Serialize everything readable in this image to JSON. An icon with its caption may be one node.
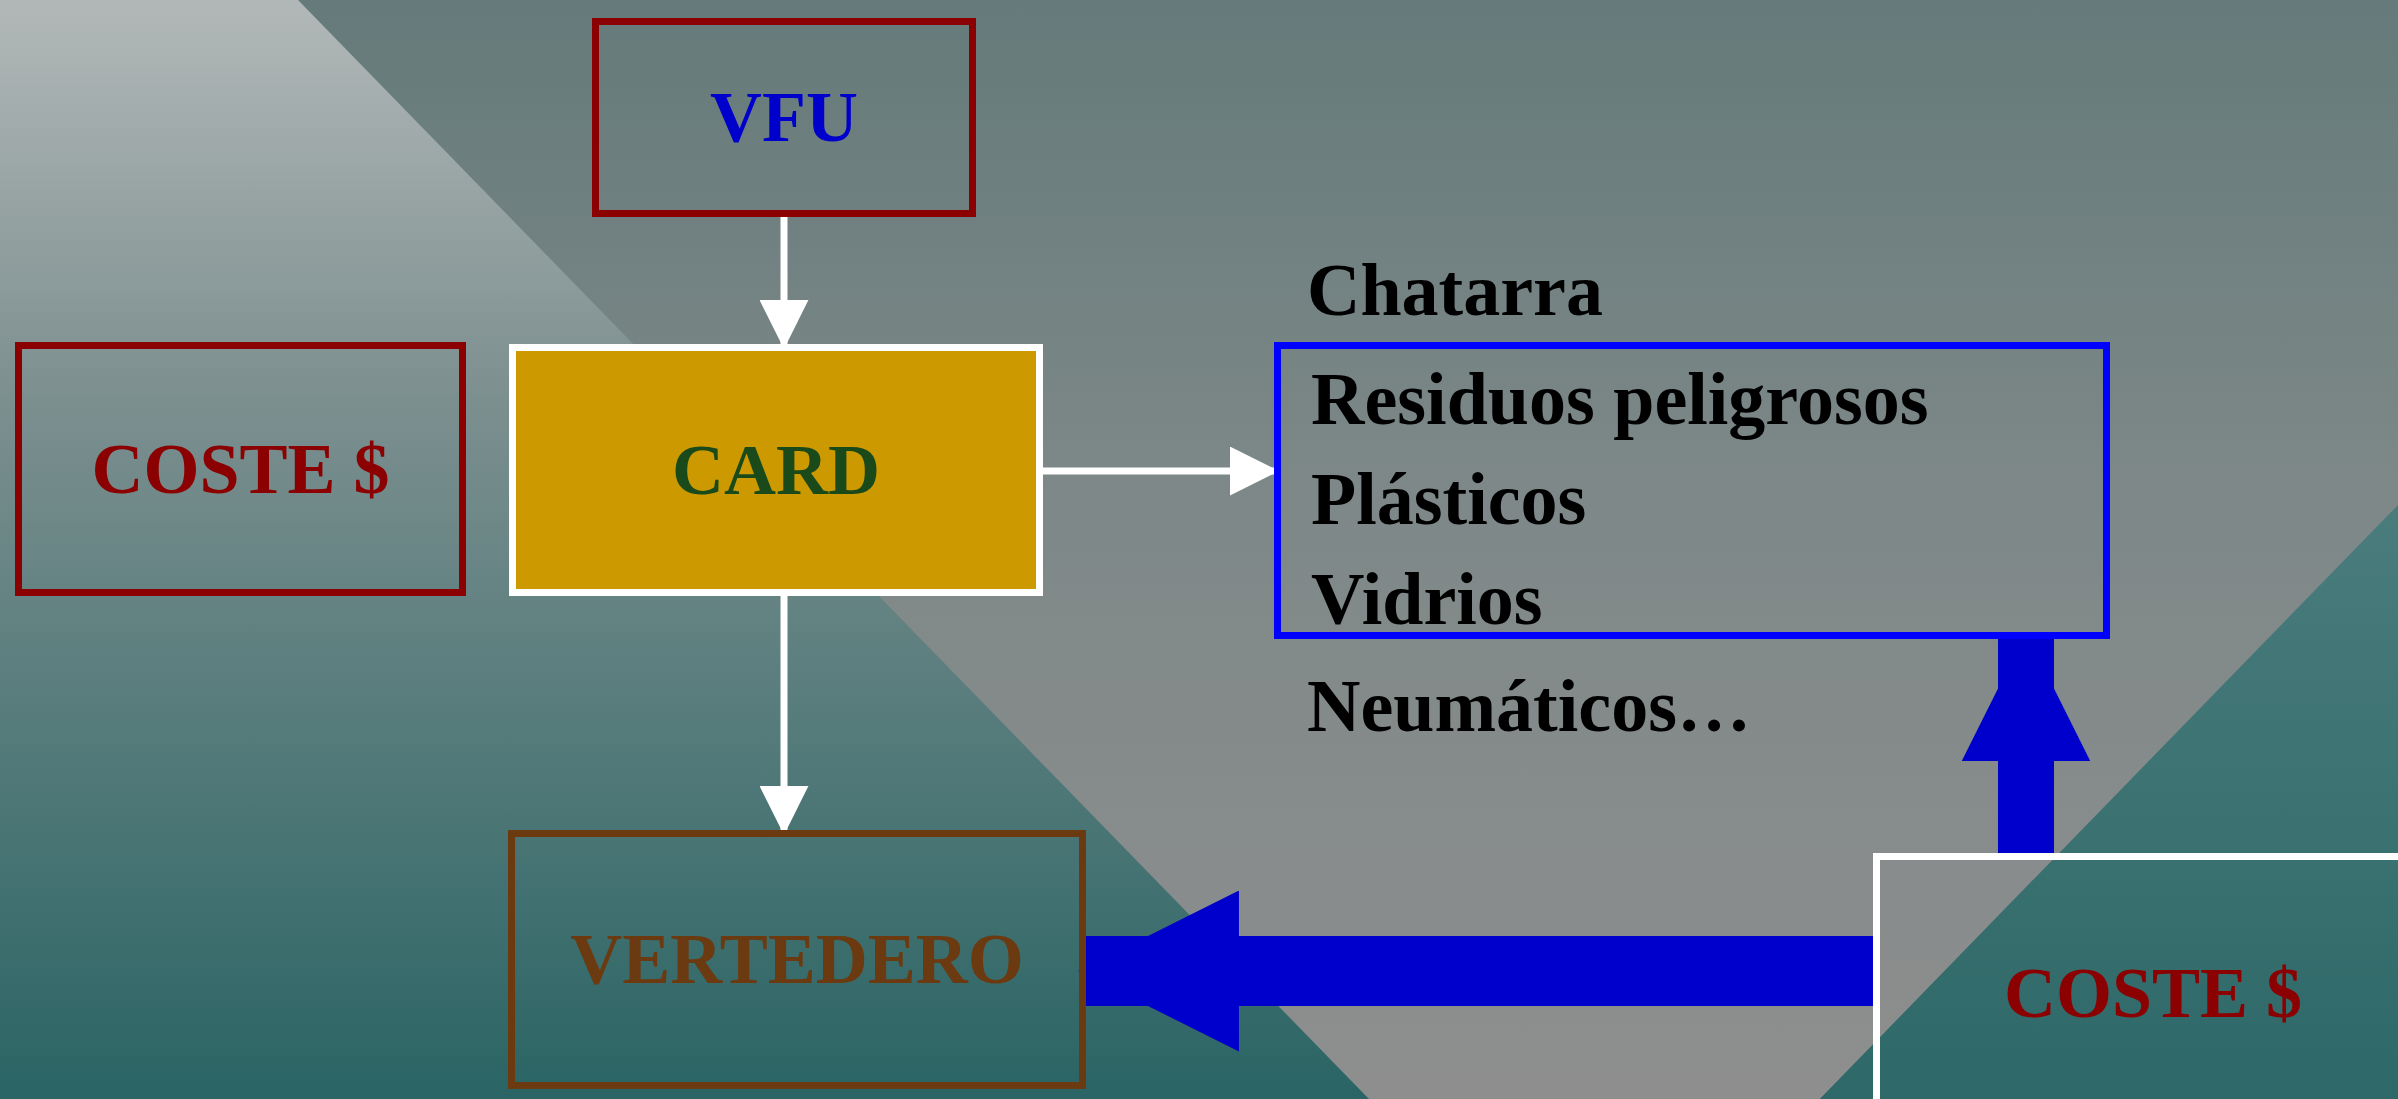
{
  "diagram": {
    "nodes": [
      {
        "text": [
          "VFU"
        ]
      },
      {
        "text": [
          "COSTE $"
        ]
      },
      {
        "text": [
          "CARD"
        ]
      },
      {
        "text": [
          "Residuos peligrosos",
          "Plásticos",
          "Vidrios"
        ]
      },
      {
        "text": [
          "VERTEDERO"
        ]
      },
      {
        "text": [
          "COSTE $"
        ]
      }
    ],
    "edges": [
      {
        "from": 0,
        "to": 2,
        "arrow": "to"
      },
      {
        "from": 2,
        "to": 3,
        "arrow": "to"
      },
      {
        "from": 2,
        "to": 4,
        "arrow": "to"
      },
      {
        "from": 5,
        "to": 4,
        "arrow": "to",
        "style": "thick",
        "color": "#0000cc"
      },
      {
        "from": 5,
        "to": 3,
        "arrow": "to",
        "style": "thick",
        "color": "#0000cc"
      }
    ],
    "labels": [
      "Chatarra",
      "Neumáticos…"
    ]
  }
}
